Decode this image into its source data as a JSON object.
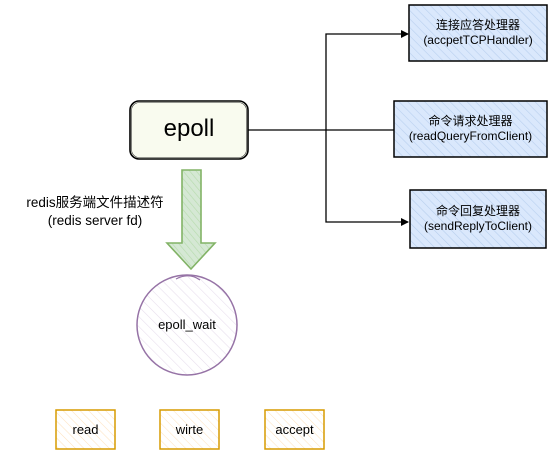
{
  "epoll": {
    "label": "epoll"
  },
  "handlers": [
    {
      "title": "连接应答处理器",
      "subtitle": "(accpetTCPHandler)"
    },
    {
      "title": "命令请求处理器",
      "subtitle": "(readQueryFromClient)"
    },
    {
      "title": "命令回复处理器",
      "subtitle": "(sendReplyToClient)"
    }
  ],
  "fd_label": {
    "line1": "redis服务端文件描述符",
    "line2": "(redis server fd)"
  },
  "epoll_wait": {
    "label": "epoll_wait"
  },
  "events": [
    "read",
    "wirte",
    "accept"
  ],
  "colors": {
    "epoll_fill": "#f9fbef",
    "handler_fill": "#dae8fc",
    "fd_arrow": "#82b366",
    "fd_arrow_fill": "#d5e8d4",
    "epoll_wait_stroke": "#9673a6",
    "epoll_wait_fill": "#e1d5e7",
    "event_stroke": "#d79b00",
    "event_fill": "#ffe6cc"
  }
}
